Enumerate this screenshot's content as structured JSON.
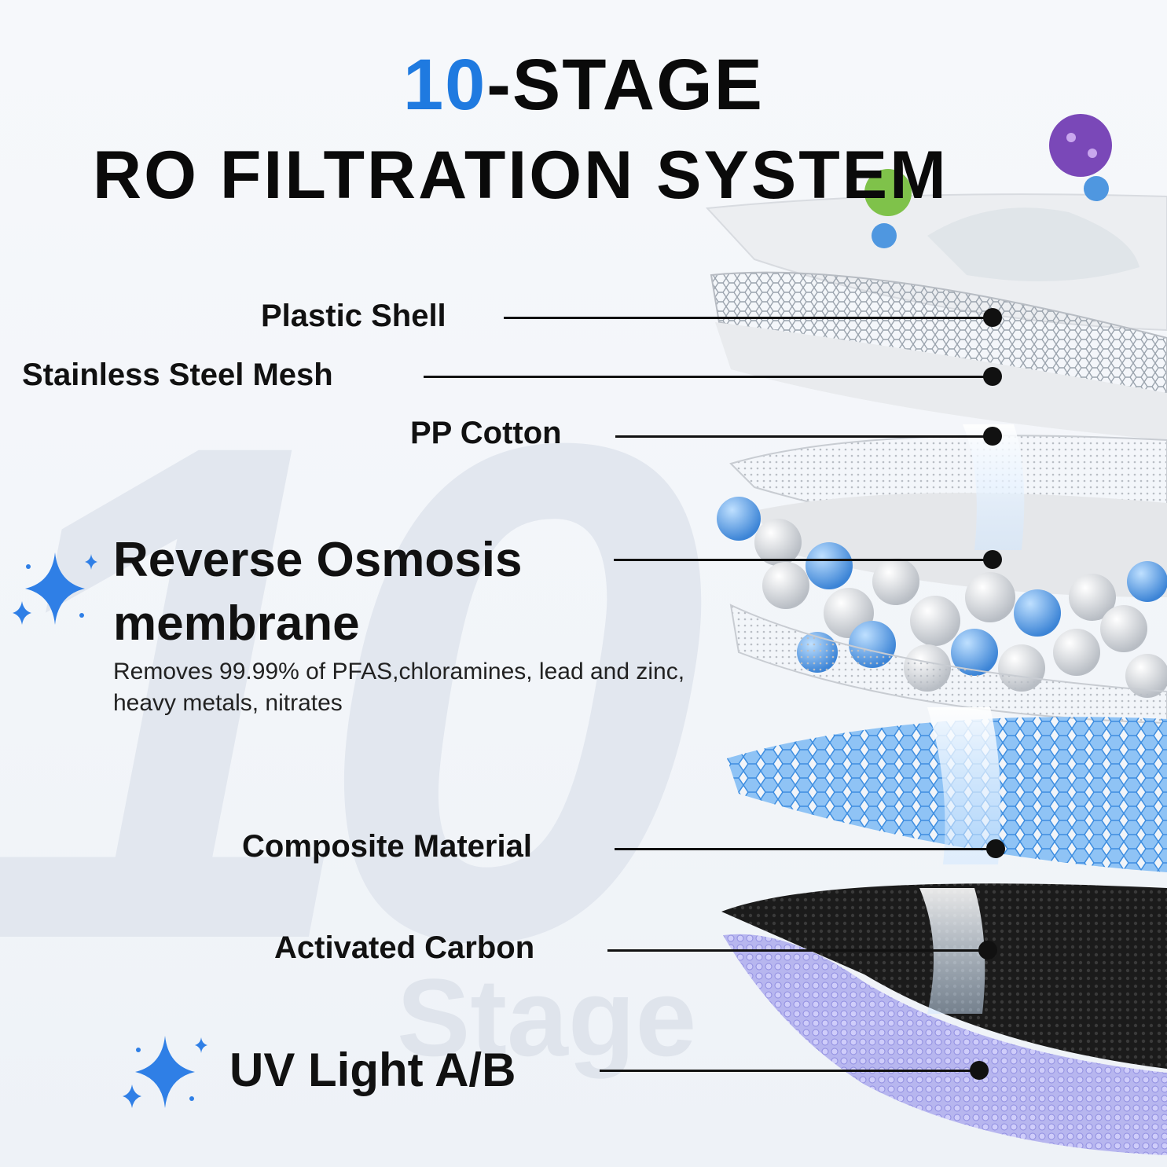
{
  "title": {
    "accent": "10",
    "line1_rest": "-STAGE",
    "line2": "RO FILTRATION SYSTEM"
  },
  "watermark": {
    "number": "10",
    "word": "Stage"
  },
  "layers": [
    {
      "label": "Plastic Shell"
    },
    {
      "label": "Stainless Steel Mesh"
    },
    {
      "label": "PP Cotton"
    },
    {
      "label": "Reverse Osmosis membrane",
      "line1": "Reverse Osmosis",
      "line2": "membrane",
      "description": "Removes 99.99% of PFAS,chloramines, lead and zinc, heavy metals, nitrates"
    },
    {
      "label": "Composite Material"
    },
    {
      "label": "Activated Carbon"
    },
    {
      "label": "UV Light A/B"
    }
  ],
  "colors": {
    "accent": "#1f7ae0",
    "text": "#0a0a0a",
    "sparkle": "#2f7fe6"
  },
  "icons": [
    "sparkle-icon",
    "virus-icon"
  ]
}
